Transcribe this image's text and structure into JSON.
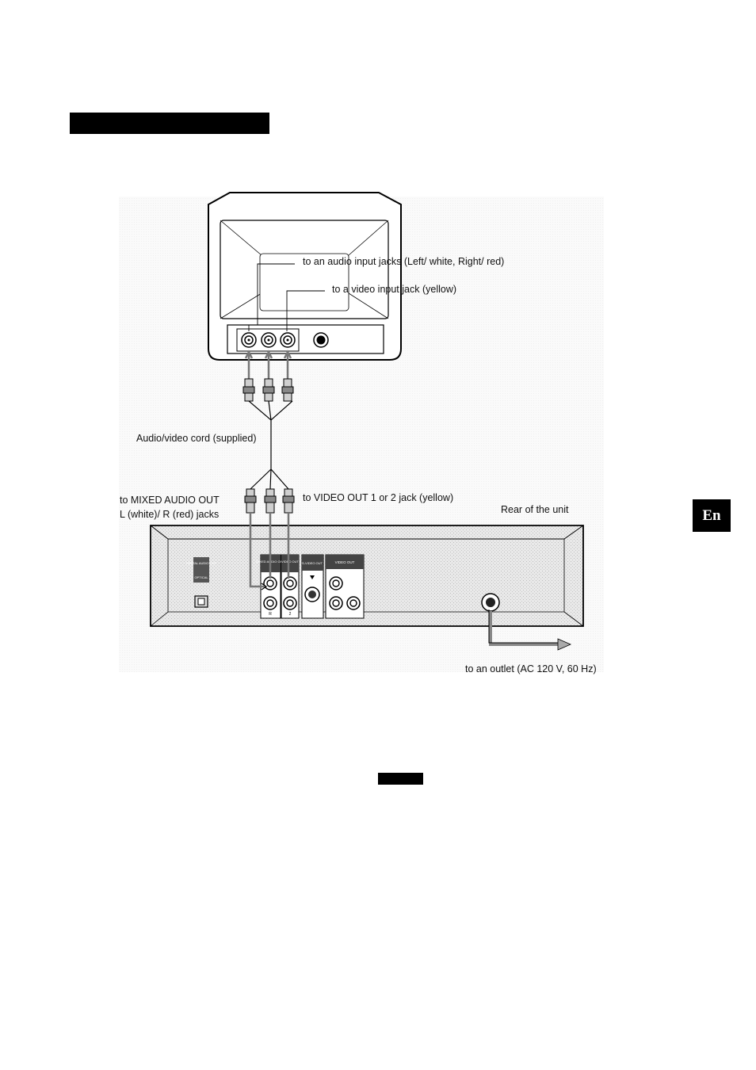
{
  "side_tab": {
    "label": "En"
  },
  "labels": {
    "tv_audio": "to an audio input jacks (Left/ white, Right/ red)",
    "tv_video": "to a video input jack (yellow)",
    "cord": "Audio/video cord (supplied)",
    "mixed_audio_line1": "to MIXED AUDIO OUT",
    "mixed_audio_line2": "L (white)/ R (red) jacks",
    "video_out": "to VIDEO OUT 1 or 2 jack (yellow)",
    "rear": "Rear of the unit",
    "outlet": "to an outlet  (AC 120 V, 60 Hz)"
  },
  "panel_labels": {
    "digital_audio_out": "DIGITAL AUDIO OUT",
    "optical": "OPTICAL",
    "mixed_audio_out": "MIXED AUDIO OUT",
    "video_out_1_2": "VIDEO OUT",
    "s_video_out": "S-VIDEO OUT",
    "video_out": "VIDEO OUT",
    "jack_r": "R",
    "jack_2": "2"
  }
}
